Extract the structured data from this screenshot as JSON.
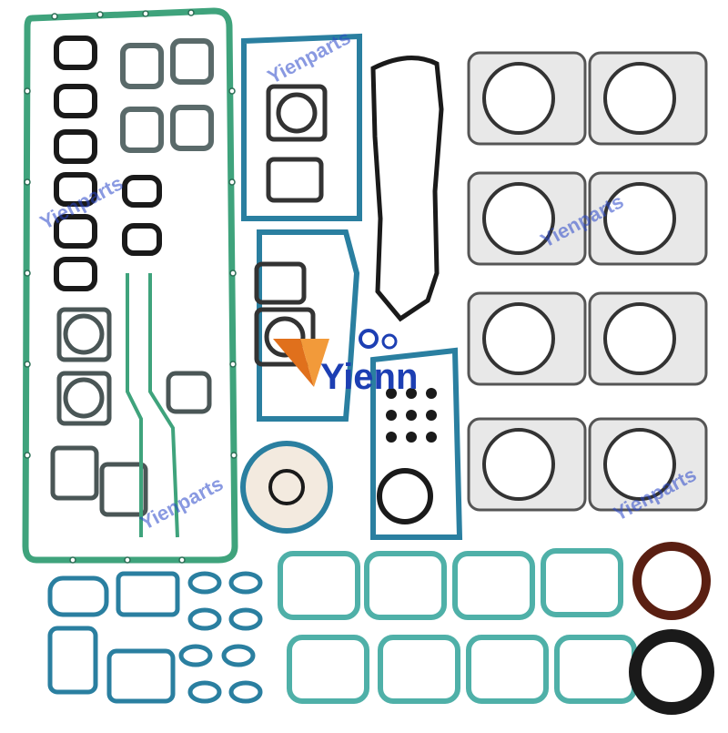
{
  "image": {
    "subject": "engine-overhaul-gasket-kit",
    "background_color": "#ffffff"
  },
  "colors": {
    "green_gasket": "#3fa37c",
    "blue_gasket": "#2a7fa0",
    "teal_gasket": "#4fb0a8",
    "head_gasket_metal": "#c8c8c8",
    "dark_seal": "#1a1a1a",
    "watermark_blue": "#2846c8",
    "logo_orange": "#e0701c"
  },
  "watermarks": [
    {
      "text": "Yienparts"
    },
    {
      "text": "Yienparts"
    },
    {
      "text": "Yienparts"
    },
    {
      "text": "Yienparts"
    },
    {
      "text": "Yienparts"
    }
  ],
  "logo": {
    "text": "Yienn"
  },
  "parts": {
    "head_gasket_count": 8,
    "valve_cover_gasket_count": 8,
    "oil_seal_count": 2
  }
}
